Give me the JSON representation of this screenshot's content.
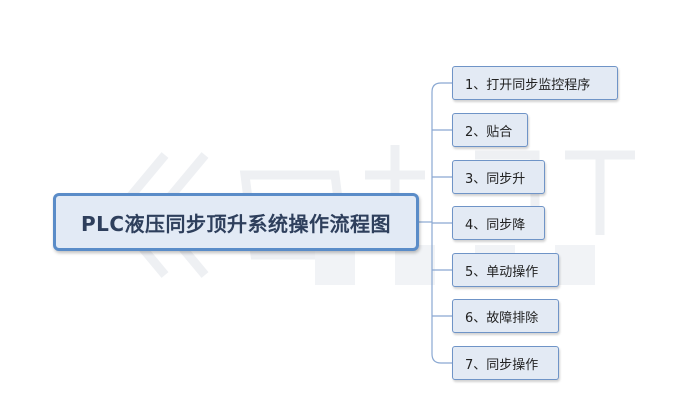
{
  "mindmap": {
    "root": "PLC液压同步顶升系统操作流程图",
    "branches": [
      "1、打开同步监控程序",
      "2、贴合",
      "3、同步升",
      "4、同步降",
      "5、单动操作",
      "6、故障排除",
      "7、同步操作"
    ]
  },
  "colors": {
    "node_border": "#6f94c7",
    "node_fill": "#e3eaf4",
    "root_border": "#5a8cc8",
    "root_text": "#2e3f5c",
    "connector": "#8aa8d2"
  }
}
